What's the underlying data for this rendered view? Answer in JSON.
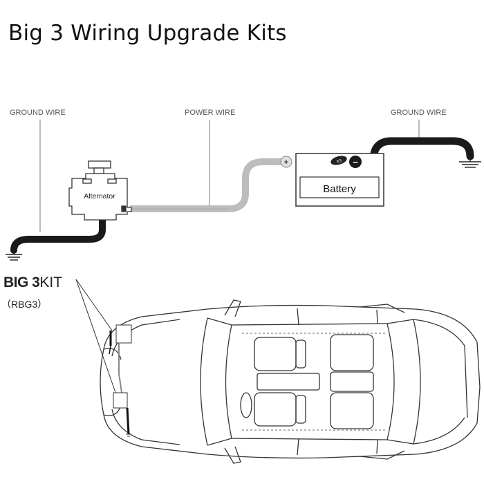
{
  "title": "Big 3 Wiring Upgrade Kits",
  "labels": {
    "ground_wire_left": "GROUND WIRE",
    "power_wire": "POWER WIRE",
    "ground_wire_right": "GROUND WIRE"
  },
  "alternator_label": "Alternator",
  "battery_label": "Battery",
  "battery_plus": "+",
  "battery_minus": "−",
  "kit": {
    "name_bold": "BIG 3",
    "name_regular": "KIT",
    "code": "（RBG3）"
  },
  "colors": {
    "ground_wire": "#1a1a1a",
    "power_wire": "#bdbdbd",
    "outline": "#333333"
  }
}
